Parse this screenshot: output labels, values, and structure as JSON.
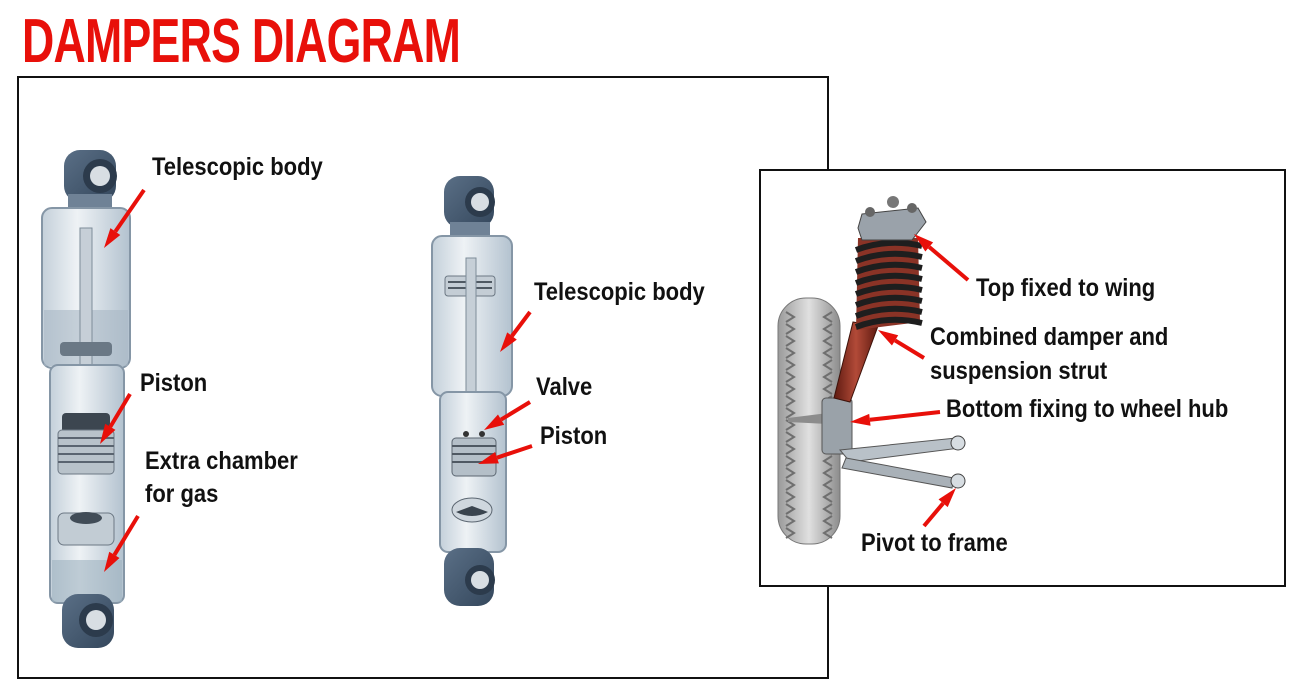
{
  "title": "DAMPERS DIAGRAM",
  "colors": {
    "title": "#e8100a",
    "arrow": "#e8100a",
    "border": "#111111",
    "damper_body": "#9aa9b7",
    "rod": "#b9c3cc",
    "spring": "#2a2a2a",
    "strut": "#8a2a1c",
    "tyre": "#c7c7c7"
  },
  "left_damper": {
    "labels": {
      "telescopic_body": "Telescopic body",
      "piston": "Piston",
      "extra_chamber": "Extra chamber\nfor gas"
    }
  },
  "middle_damper": {
    "labels": {
      "telescopic_body": "Telescopic body",
      "valve": "Valve",
      "piston": "Piston"
    }
  },
  "strut_panel": {
    "labels": {
      "top_fixed": "Top fixed to wing",
      "combined": "Combined damper and\nsuspension strut",
      "bottom_fixing": "Bottom fixing to wheel hub",
      "pivot": "Pivot to frame"
    }
  }
}
